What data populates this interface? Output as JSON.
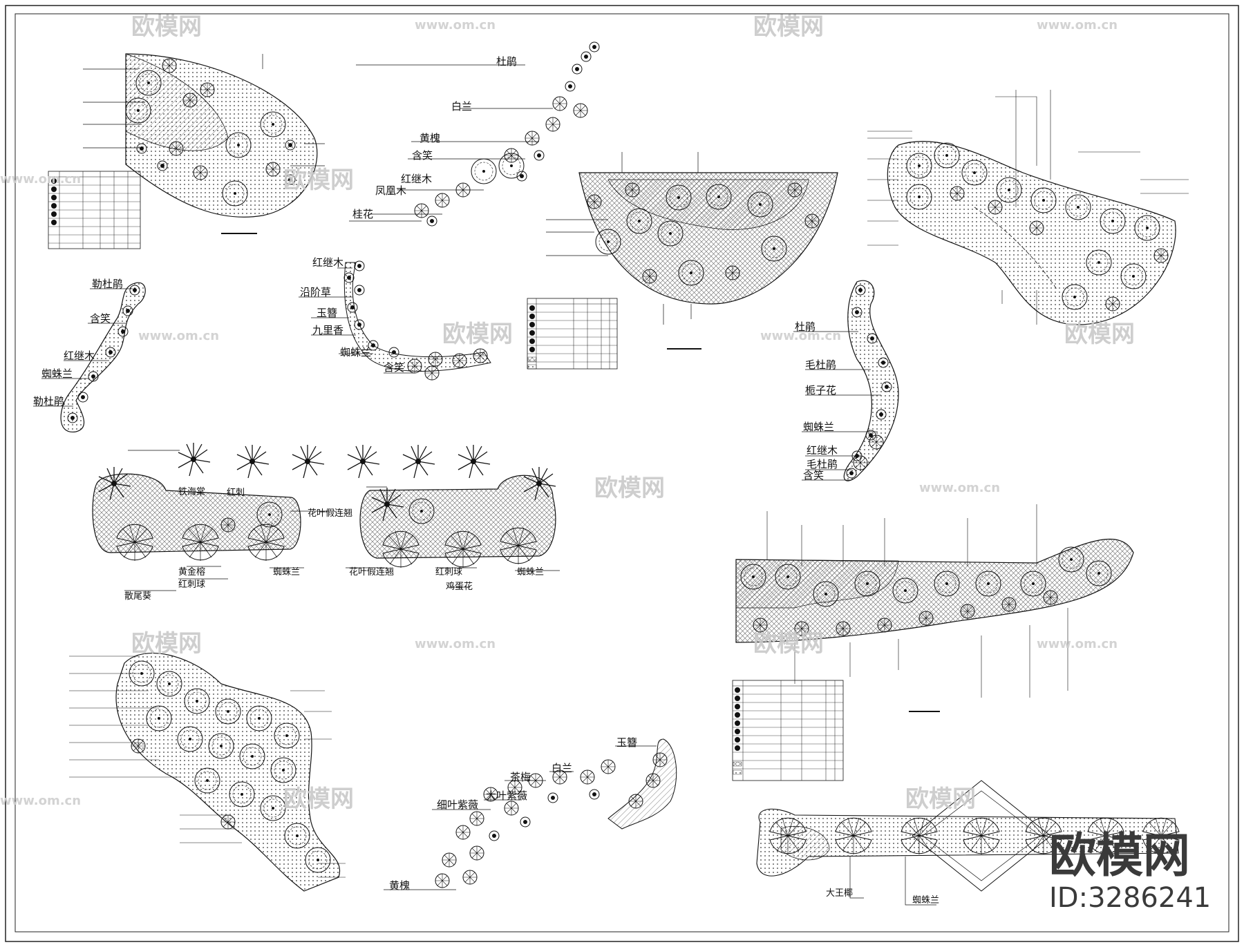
{
  "watermark": {
    "brand_text": "欧模网",
    "url_text": "www.om.cn",
    "id_text": "ID:3286241"
  },
  "labels": {
    "p1": [
      "杜鹃",
      "白兰",
      "黄槐",
      "含笑",
      "红继木",
      "凤凰木",
      "桂花"
    ],
    "p2": [
      "勒杜鹃",
      "含笑",
      "红继木",
      "蜘蛛兰",
      "勒杜鹃"
    ],
    "p3": [
      "红继木",
      "沿阶草",
      "玉簪",
      "九里香",
      "蜘蛛兰",
      "含笑"
    ],
    "p4": [
      "杜鹃",
      "毛杜鹃",
      "栀子花",
      "蜘蛛兰",
      "红继木",
      "毛杜鹃",
      "含笑"
    ],
    "p5_top": [
      "铁海棠",
      "红刺",
      "花叶假连翘"
    ],
    "p5_bottom": [
      "黄金榕",
      "红刺球",
      "蜘蛛兰",
      "花叶假连翘",
      "红刺球",
      "蜘蛛兰",
      "散尾葵",
      "鸡蛋花"
    ],
    "p6": [
      "玉簪",
      "白兰",
      "茶梅",
      "大叶紫薇",
      "细叶紫薇",
      "黄槐"
    ],
    "p7": [
      "大王椰",
      "蜘蛛兰"
    ]
  }
}
